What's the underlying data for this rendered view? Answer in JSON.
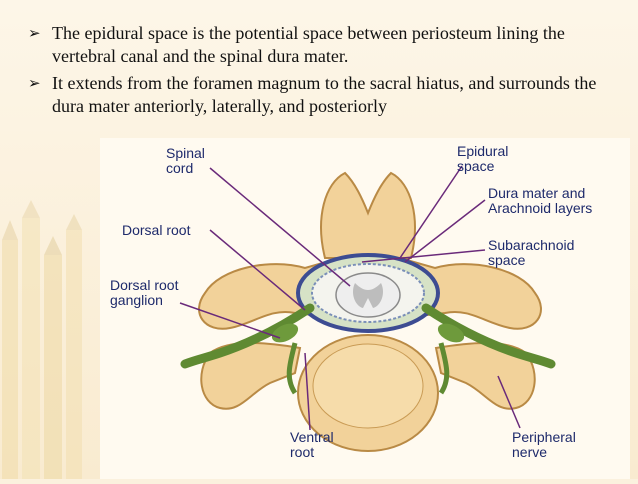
{
  "bullets": [
    {
      "marker": "➢",
      "text": "The epidural space is the potential space between periosteum lining the vertebral canal and the spinal dura mater."
    },
    {
      "marker": "➢",
      "text": "It extends from the foramen magnum to the sacral hiatus, and surrounds the dura mater anteriorly, laterally, and posteriorly"
    }
  ],
  "diagram": {
    "labels": {
      "spinal_cord": [
        "Spinal",
        "cord"
      ],
      "epidural_space": [
        "Epidural",
        "space"
      ],
      "dura_mater": [
        "Dura mater and",
        "Arachnoid layers"
      ],
      "dorsal_root": [
        "Dorsal root"
      ],
      "subarachnoid_space": [
        "Subarachnoid",
        "space"
      ],
      "dorsal_root_ganglion": [
        "Dorsal root",
        "ganglion"
      ],
      "ventral_root": [
        "Ventral",
        "root"
      ],
      "peripheral_nerve": [
        "Peripheral",
        "nerve"
      ]
    },
    "colors": {
      "label_text": "#1e2a6b",
      "pointer_line": "#6a2a7a",
      "bone": "#f2d29a",
      "bone_shade": "#b98a45",
      "nerve": "#5f8a32",
      "dura": "#3d4c92",
      "cord": "#eeeeee"
    }
  }
}
